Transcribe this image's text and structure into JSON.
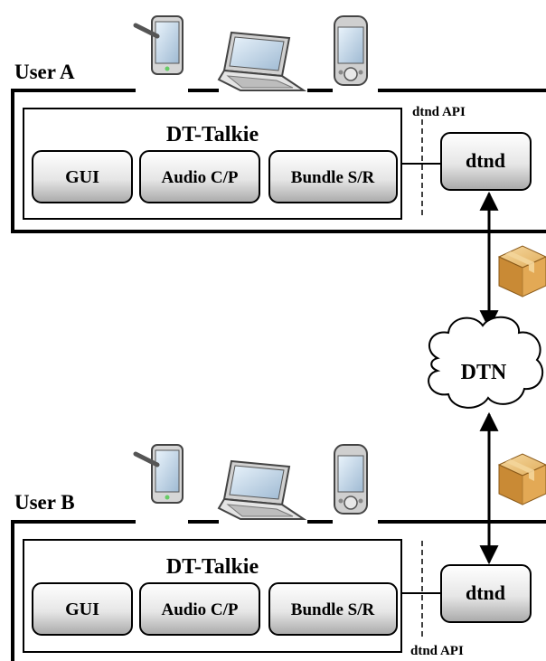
{
  "users": [
    {
      "label": "User A",
      "app": {
        "title": "DT-Talkie",
        "modules": [
          "GUI",
          "Audio C/P",
          "Bundle S/R"
        ]
      },
      "daemon": "dtnd",
      "api_label": "dtnd API",
      "devices": [
        "tablet-icon",
        "laptop-icon",
        "smartphone-icon"
      ]
    },
    {
      "label": "User B",
      "app": {
        "title": "DT-Talkie",
        "modules": [
          "GUI",
          "Audio C/P",
          "Bundle S/R"
        ]
      },
      "daemon": "dtnd",
      "api_label": "dtnd API",
      "devices": [
        "tablet-icon",
        "laptop-icon",
        "smartphone-icon"
      ]
    }
  ],
  "network": {
    "label": "DTN",
    "icon": "cloud-icon"
  },
  "bundle_icon": "package-icon",
  "colors": {
    "box_light": "#ffffff",
    "box_dark": "#b8b8b8",
    "package": "#d9a24a"
  }
}
